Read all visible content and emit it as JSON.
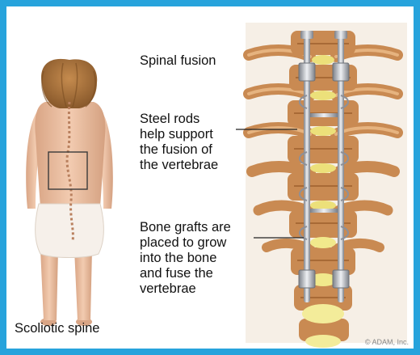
{
  "labels": {
    "spinal_fusion": "Spinal fusion",
    "steel_rods": "Steel rods\nhelp support\nthe fusion of\nthe vertebrae",
    "bone_grafts": "Bone grafts are\nplaced to grow\ninto the bone\nand fuse the\nvertebrae",
    "scoliotic_spine": "Scoliotic spine"
  },
  "credit": "© ADAM, Inc.",
  "colors": {
    "border": "#27a3dc",
    "hair": "#a9743d",
    "skin": "#e7bb9b",
    "bone": "#c98a52",
    "rod": "#b9bcc2",
    "graft": "#ece07a"
  }
}
